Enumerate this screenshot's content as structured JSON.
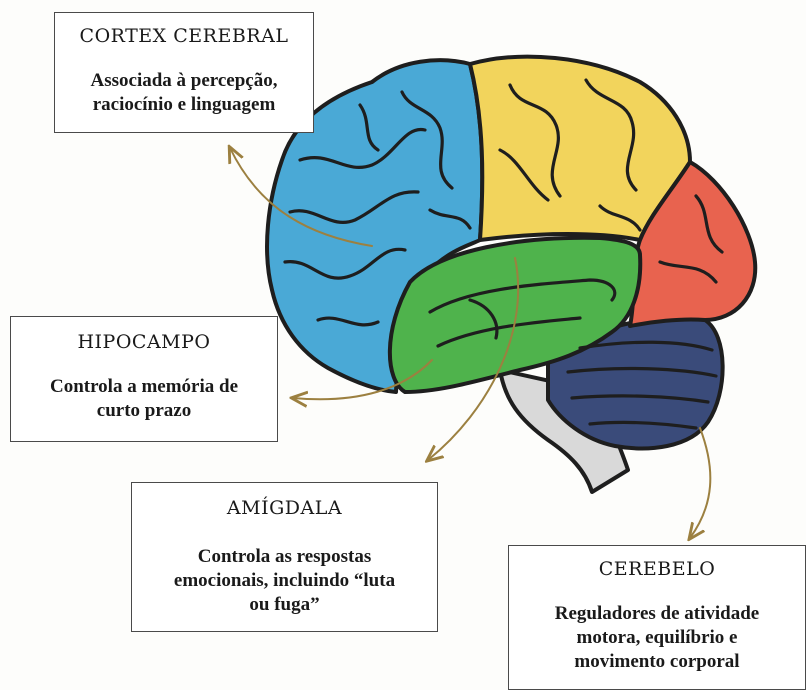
{
  "labels": {
    "cortex": {
      "title": "CORTEX CEREBRAL",
      "desc": [
        "Associada à percepção,",
        "raciocínio e linguagem"
      ]
    },
    "hipocampo": {
      "title": "HIPOCAMPO",
      "desc": [
        "Controla a memória de",
        "curto prazo"
      ]
    },
    "amigdala": {
      "title": "AMÍGDALA",
      "desc": [
        "Controla as respostas",
        "emocionais, incluindo “luta",
        "ou fuga”"
      ]
    },
    "cerebelo": {
      "title": "CEREBELO",
      "desc": [
        "Reguladores de atividade",
        "motora, equilíbrio e",
        "movimento corporal"
      ]
    }
  },
  "colors": {
    "frontal_lobe": "#4aa9d6",
    "parietal_lobe": "#f2d45c",
    "occipital_lobe": "#e8634f",
    "temporal_lobe": "#4fb34c",
    "cerebellum": "#3a4b7a",
    "brainstem": "#d9d9d9",
    "outline": "#1e1e1e",
    "arrow": "#9c8040"
  }
}
